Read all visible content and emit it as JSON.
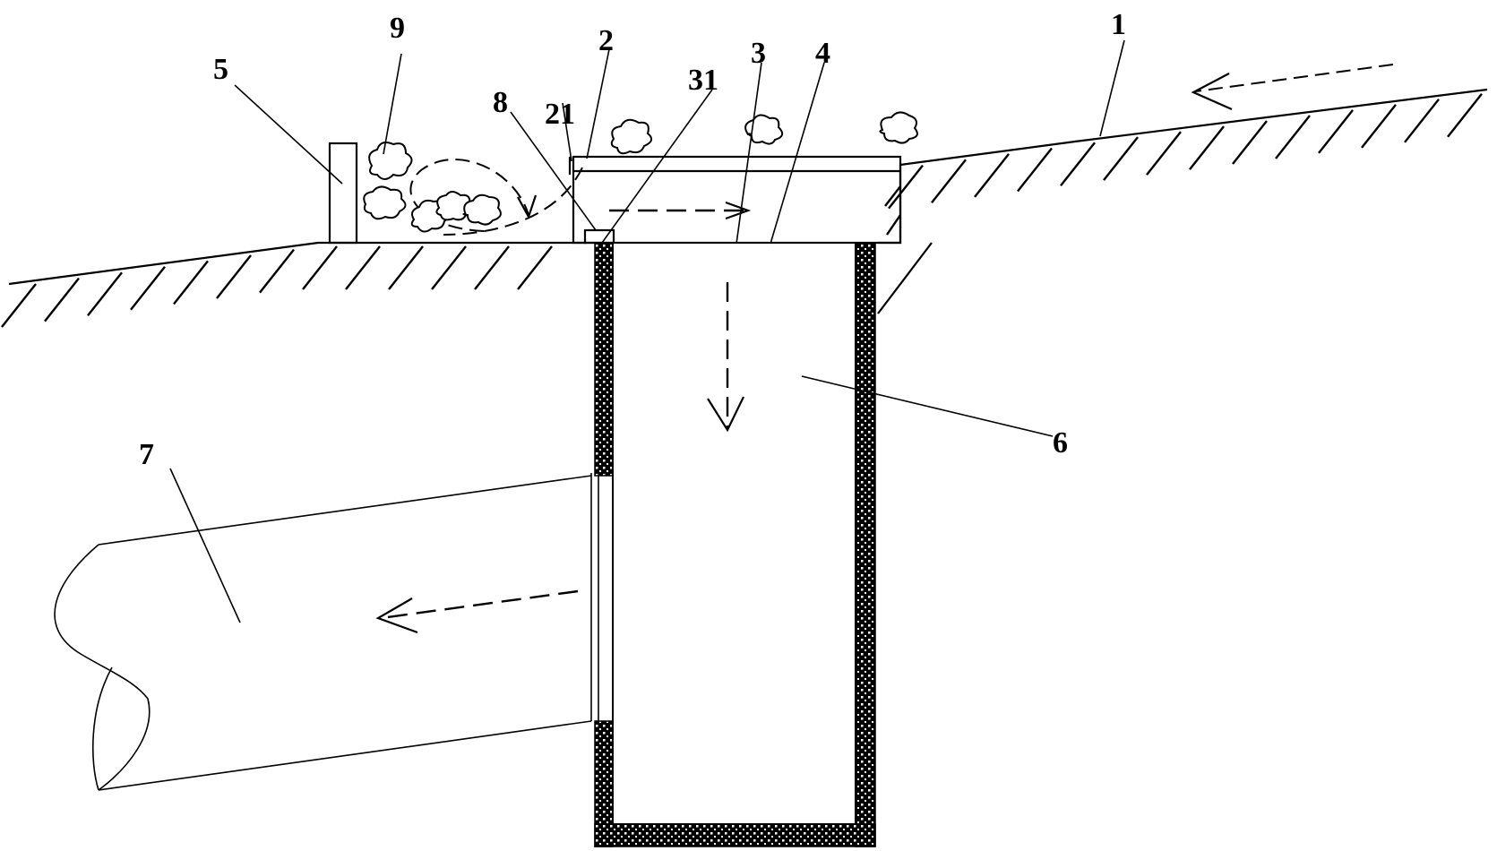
{
  "labels": {
    "l1": "1",
    "l2": "2",
    "l21": "21",
    "l3": "3",
    "l31": "31",
    "l4": "4",
    "l5": "5",
    "l6": "6",
    "l7": "7",
    "l8": "8",
    "l9": "9"
  },
  "colors": {
    "line": "#000000",
    "background": "#ffffff"
  }
}
